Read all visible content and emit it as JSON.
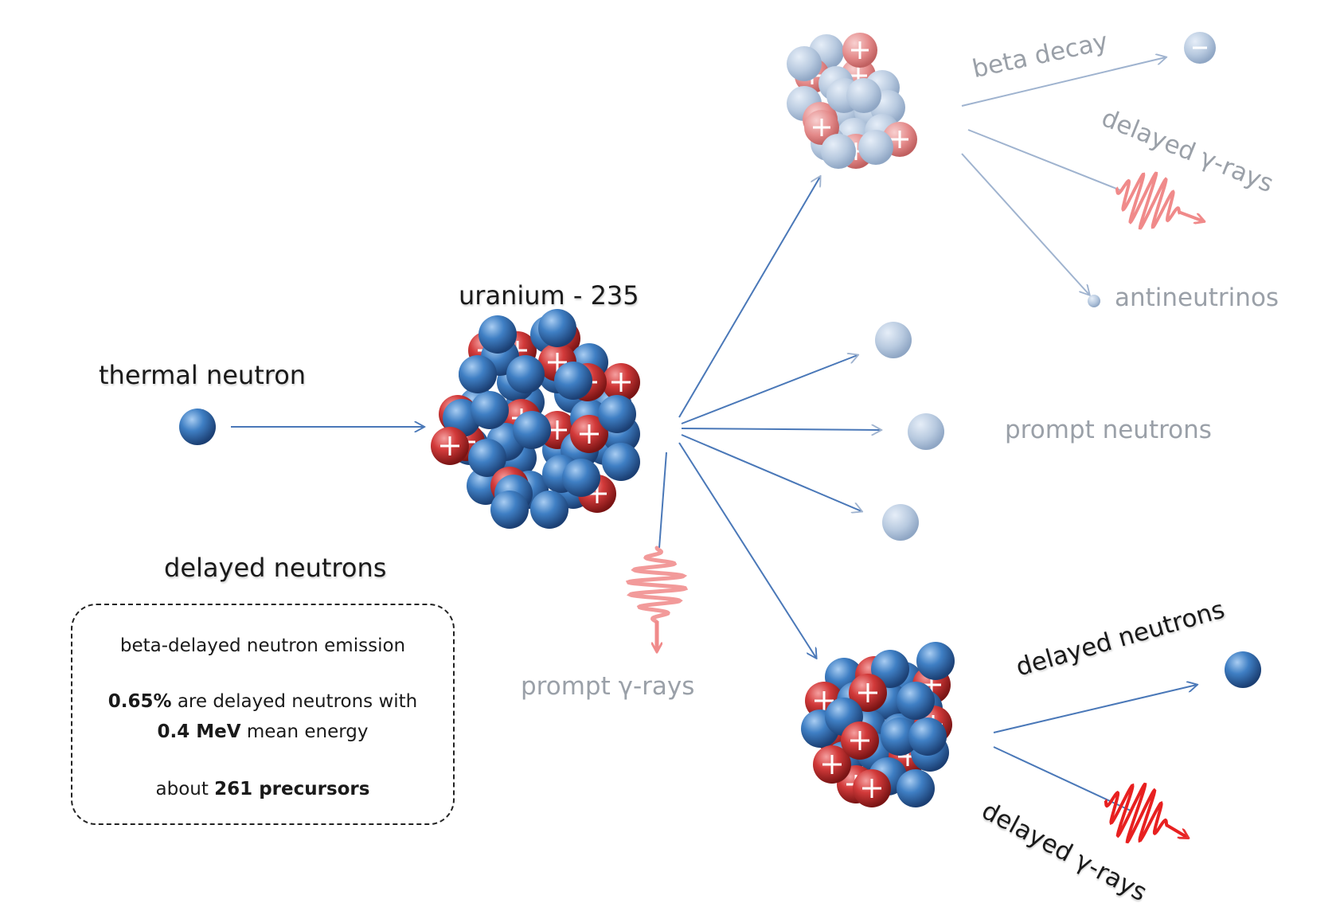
{
  "labels": {
    "thermal_neutron": "thermal neutron",
    "uranium": "uranium - 235",
    "delayed_neutrons_title": "delayed neutrons",
    "prompt_gamma": "prompt γ-rays",
    "prompt_neutrons": "prompt neutrons",
    "beta_decay": "beta decay",
    "delayed_gamma_top": "delayed γ-rays",
    "antineutrinos": "antineutrinos",
    "delayed_neutrons_right": "delayed neutrons",
    "delayed_gamma_bottom": "delayed γ-rays"
  },
  "info_box": {
    "line1": "beta-delayed neutron emission",
    "line2_bold": "0.65%",
    "line2_rest": " are delayed neutrons with",
    "line3_bold": "0.4 MeV",
    "line3_rest": " mean energy",
    "line4_pre": "about ",
    "line4_bold": "261 precursors"
  },
  "colors": {
    "neutron": "#3f7fc4",
    "proton": "#d23a3a",
    "arrow": "#4a78b8",
    "gamma_wave": "#e83030",
    "faded_text": "#9aa0a8"
  }
}
